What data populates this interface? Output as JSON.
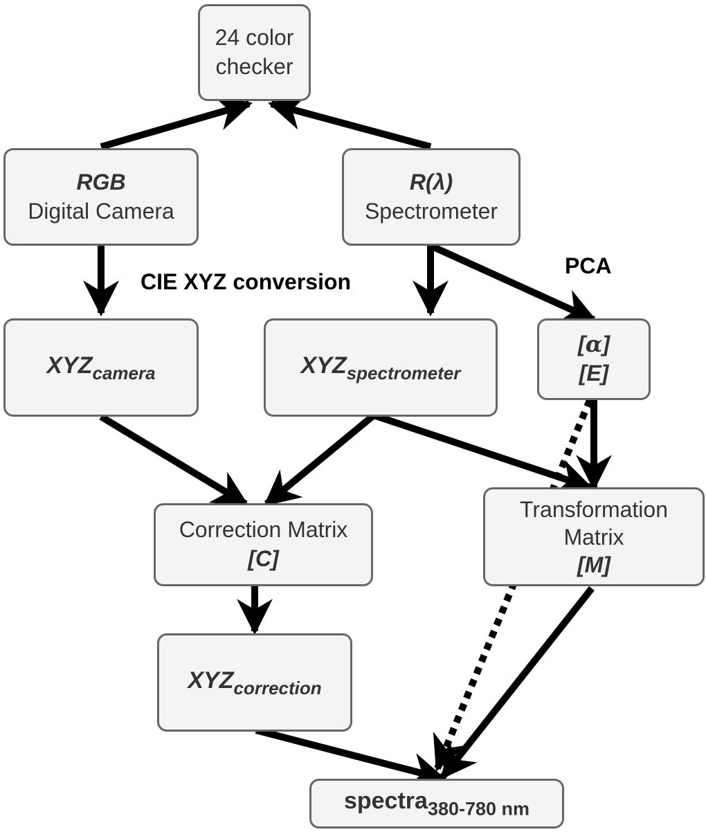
{
  "nodes": {
    "color_checker": {
      "line1": "24 color",
      "line2": "checker"
    },
    "camera": {
      "title": "RGB",
      "subtitle": "Digital Camera"
    },
    "spectrometer": {
      "title": "R(λ)",
      "subtitle": "Spectrometer"
    },
    "xyz_camera": {
      "main": "XYZ",
      "sub": "camera"
    },
    "xyz_spectrometer": {
      "main": "XYZ",
      "sub": "spectrometer"
    },
    "pca_output": {
      "line1_open": "[",
      "line1_symbol": "α",
      "line1_close": "]",
      "line2": "[E]"
    },
    "correction_matrix": {
      "title": "Correction Matrix",
      "symbol": "[C]"
    },
    "transformation_matrix": {
      "line1": "Transformation",
      "line2": "Matrix",
      "symbol": "[M]"
    },
    "xyz_correction": {
      "main": "XYZ",
      "sub": "correction"
    },
    "spectra": {
      "main": "spectra",
      "sub": "380-780 nm"
    }
  },
  "labels": {
    "cie_conversion": "CIE XYZ conversion",
    "pca": "PCA"
  },
  "colors": {
    "node_fill": "#f4f4f4",
    "node_border": "#666666",
    "arrow": "#000000",
    "text": "#333333"
  },
  "edges": [
    {
      "from": "camera",
      "to": "color_checker",
      "style": "solid"
    },
    {
      "from": "spectrometer",
      "to": "color_checker",
      "style": "solid"
    },
    {
      "from": "camera",
      "to": "xyz_camera",
      "style": "solid"
    },
    {
      "from": "spectrometer",
      "to": "xyz_spectrometer",
      "style": "solid"
    },
    {
      "from": "spectrometer",
      "to": "pca_output",
      "style": "solid"
    },
    {
      "from": "xyz_camera",
      "to": "correction_matrix",
      "style": "solid"
    },
    {
      "from": "xyz_spectrometer",
      "to": "correction_matrix",
      "style": "solid"
    },
    {
      "from": "xyz_spectrometer",
      "to": "transformation_matrix",
      "style": "solid"
    },
    {
      "from": "pca_output",
      "to": "transformation_matrix",
      "style": "solid"
    },
    {
      "from": "pca_output",
      "to": "spectra",
      "style": "dotted"
    },
    {
      "from": "correction_matrix",
      "to": "xyz_correction",
      "style": "solid"
    },
    {
      "from": "xyz_correction",
      "to": "spectra",
      "style": "solid"
    },
    {
      "from": "transformation_matrix",
      "to": "spectra",
      "style": "solid"
    }
  ]
}
